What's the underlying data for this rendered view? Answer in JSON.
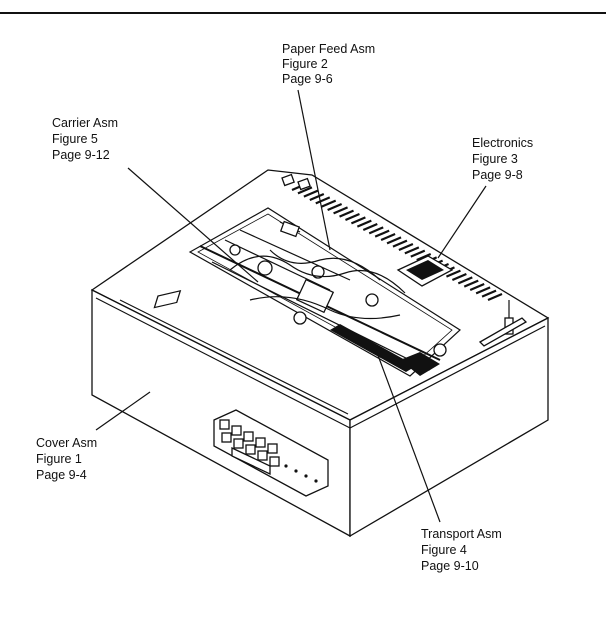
{
  "labels": {
    "paper_feed": {
      "name": "Paper Feed Asm",
      "figure": "Figure 2",
      "page": "Page 9-6"
    },
    "carrier": {
      "name": "Carrier Asm",
      "figure": "Figure 5",
      "page": "Page 9-12"
    },
    "electronics": {
      "name": "Electronics",
      "figure": "Figure 3",
      "page": "Page 9-8"
    },
    "cover": {
      "name": "Cover Asm",
      "figure": "Figure 1",
      "page": "Page 9-4"
    },
    "transport": {
      "name": "Transport Asm",
      "figure": "Figure 4",
      "page": "Page 9-10"
    }
  }
}
